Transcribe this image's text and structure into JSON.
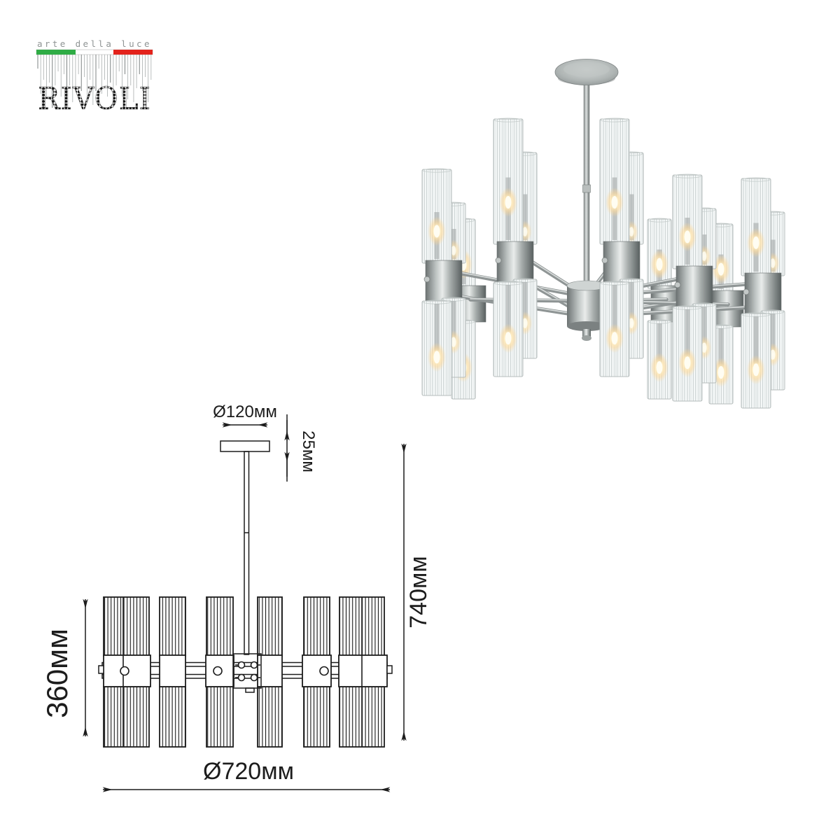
{
  "brand": {
    "tagline": "arte della luce",
    "name": "RIVOLI",
    "flag": {
      "green": "#2FAC45",
      "white": "#FFFFFF",
      "red": "#E3231C"
    }
  },
  "photo": {
    "alt": "brushed nickel chandelier with ribbed clear glass tube shades, lit candle bulbs",
    "colors": {
      "metal": "#9aa09f",
      "metal_light": "#e9eceb",
      "metal_dark": "#5f6666",
      "glass": "#f5f8f8",
      "glass_line": "#ccd4d4",
      "glow": "#ffd998",
      "glow_core": "#fffdf2"
    }
  },
  "drawing": {
    "line_color": "#1c1c1c",
    "labels": {
      "canopy_diameter": "Ø120мм",
      "canopy_height": "25мм",
      "total_height": "740мм",
      "shade_height": "360мм",
      "fixture_diameter": "Ø720мм"
    }
  }
}
